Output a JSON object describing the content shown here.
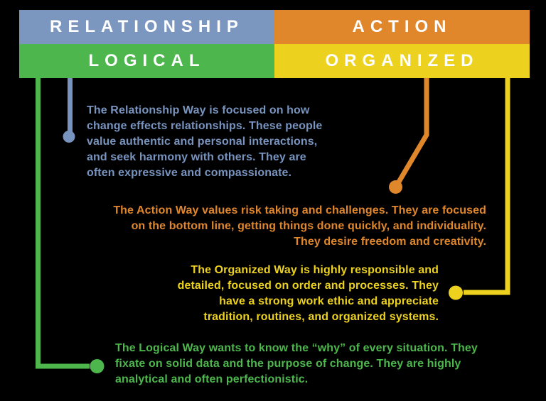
{
  "colors": {
    "relationship_blue": "#7B96BF",
    "action_orange": "#E0862B",
    "logical_green": "#4DB74D",
    "organized_yellow": "#ECD11E",
    "header_text": "#FFFFFF",
    "background": "#000000"
  },
  "header": {
    "relationship_label": "RELATIONSHIP",
    "action_label": "ACTION",
    "logical_label": "LOGICAL",
    "organized_label": "ORGANIZED"
  },
  "paragraphs": {
    "relationship": {
      "lines": [
        "The Relationship Way is focused on how",
        "change effects relationships. These people",
        "value authentic and personal interactions,",
        "and seek harmony with others. They are",
        "often expressive and compassionate."
      ]
    },
    "action": {
      "lines": [
        "The Action Way values risk taking and challenges. They are focused",
        "on the bottom line, getting things done quickly, and individuality.",
        "They desire freedom and creativity."
      ]
    },
    "organized": {
      "lines": [
        "The Organized Way is highly responsible and",
        "detailed, focused on order and processes. They",
        "have a strong work ethic and appreciate",
        "tradition, routines, and organized systems."
      ]
    },
    "logical": {
      "lines": [
        "The Logical Way wants to know the “why” of every situation. They",
        "fixate on solid data and the purpose of change. They are highly",
        "analytical and often perfectionistic."
      ]
    }
  }
}
